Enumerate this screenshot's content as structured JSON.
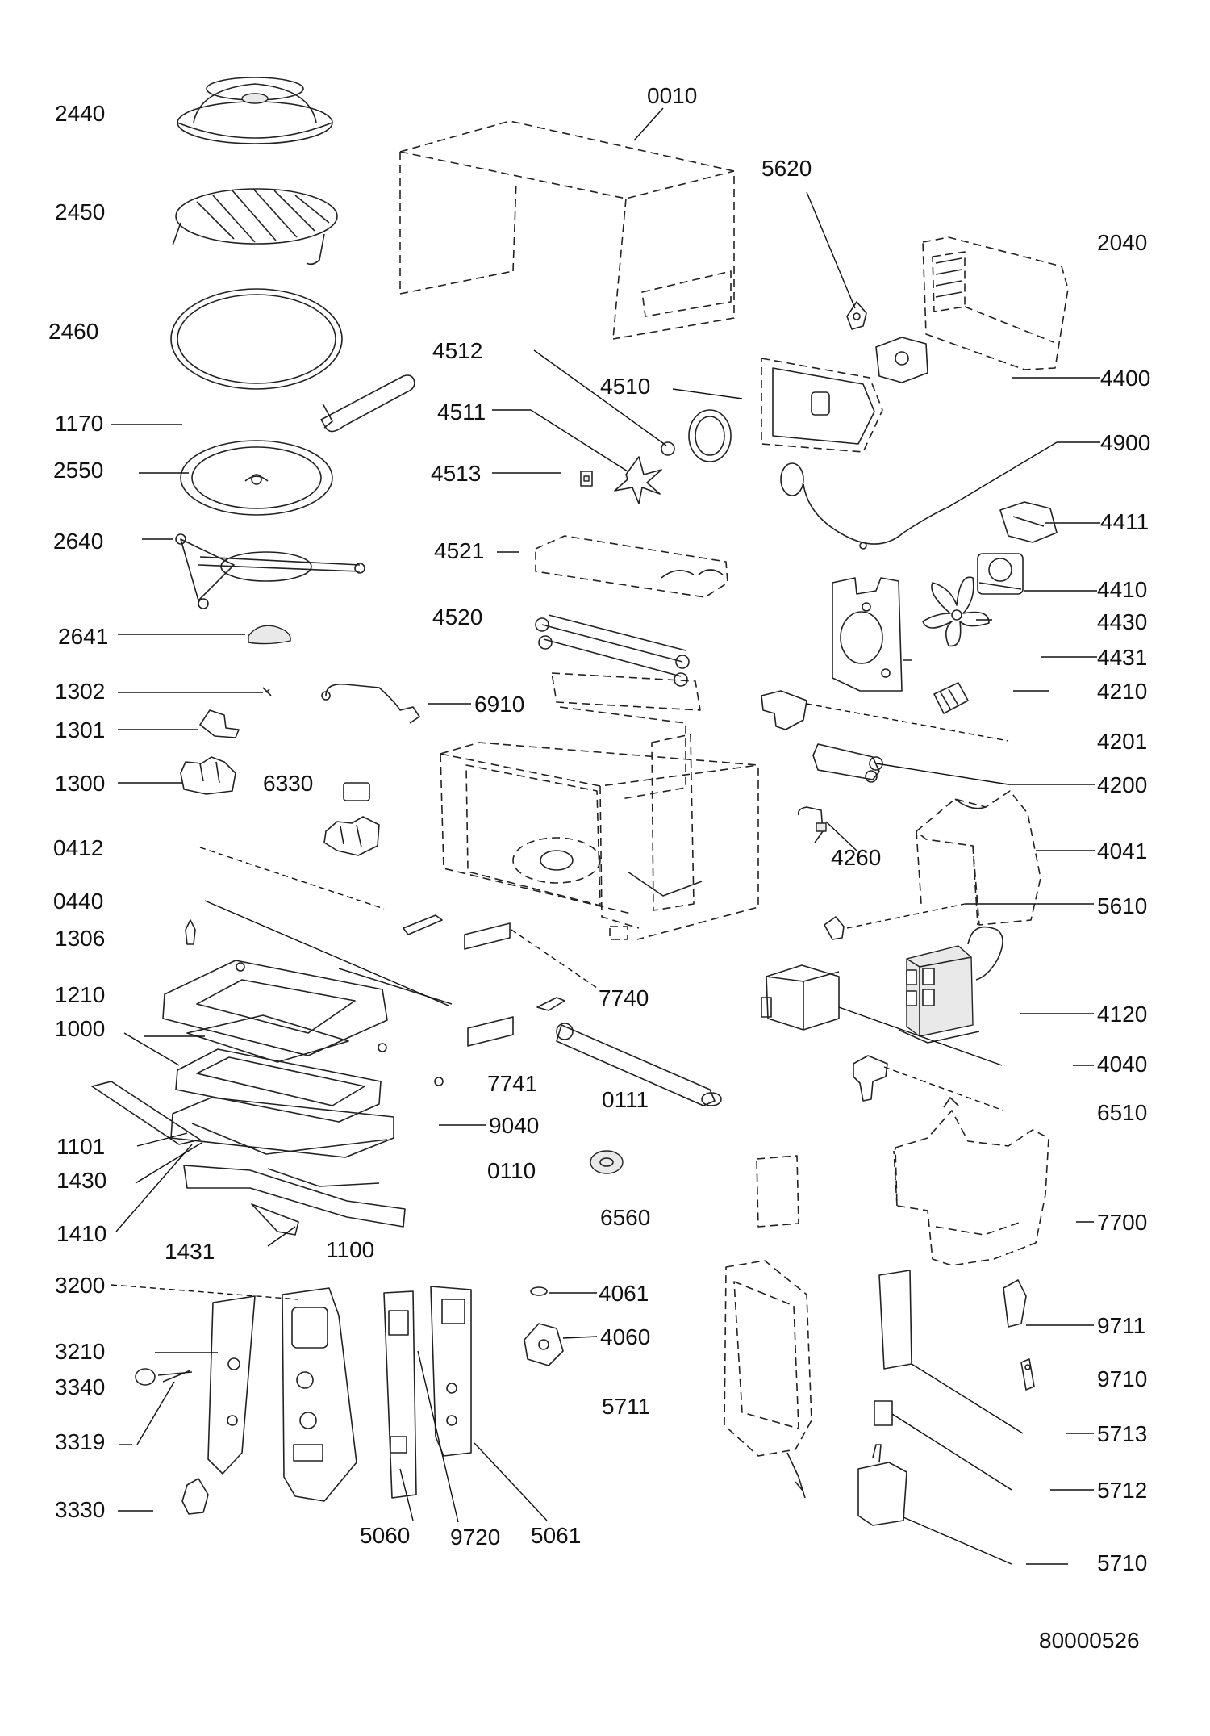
{
  "diagram": {
    "drawing_number": "80000526",
    "part_labels": [
      "2440",
      "0010",
      "5620",
      "2040",
      "2450",
      "2460",
      "4512",
      "4510",
      "4400",
      "1170",
      "4511",
      "2550",
      "4513",
      "4900",
      "4411",
      "2640",
      "4521",
      "4410",
      "4520",
      "4430",
      "2641",
      "4431",
      "1302",
      "4210",
      "6910",
      "1301",
      "4201",
      "1300",
      "6330",
      "4200",
      "0412",
      "4260",
      "4041",
      "0440",
      "5610",
      "1306",
      "7740",
      "1210",
      "4120",
      "1000",
      "7741",
      "4040",
      "0111",
      "6510",
      "9040",
      "1101",
      "0110",
      "1430",
      "7700",
      "6560",
      "1410",
      "1431",
      "1100",
      "3200",
      "4061",
      "9711",
      "3210",
      "4060",
      "3340",
      "9710",
      "5711",
      "3319",
      "5713",
      "5712",
      "3330",
      "5060",
      "9720",
      "5061",
      "5710"
    ]
  }
}
